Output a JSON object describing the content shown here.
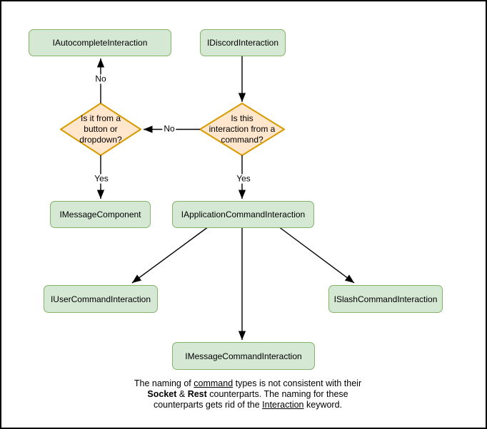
{
  "palette": {
    "canvas_bg": "#ffffff",
    "frame_border": "#000000",
    "node_fill": "#d5e8d4",
    "node_border": "#82b366",
    "decision_fill": "#ffe6cc",
    "decision_border": "#d79b00",
    "arrow_color": "#000000",
    "text_color": "#000000"
  },
  "nodes": {
    "autocomplete": {
      "label": "IAutocompleteInteraction"
    },
    "discord": {
      "label": "IDiscordInteraction"
    },
    "message_component": {
      "label": "IMessageComponent"
    },
    "application_command": {
      "label": "IApplicationCommandInteraction"
    },
    "user_command": {
      "label": "IUserCommandInteraction"
    },
    "slash_command": {
      "label": "ISlashCommandInteraction"
    },
    "message_command": {
      "label": "IMessageCommandInteraction"
    }
  },
  "decisions": {
    "button_or_dropdown": {
      "label": "Is it from a\nbutton or\ndropdown?"
    },
    "from_command": {
      "label": "Is this\ninteraction from a\ncommand?"
    }
  },
  "edge_labels": {
    "no_to_autocomplete": "No",
    "yes_to_message_component": "Yes",
    "no_between_decisions": "No",
    "yes_to_application_command": "Yes"
  },
  "note": {
    "l1a": "The naming of ",
    "l1b": "command",
    "l1c": " types is not consistent with their",
    "l2a": "Socket",
    "l2b": " & ",
    "l2c": "Rest",
    "l2d": " counterparts. The naming for these",
    "l3a": "counterparts gets rid of the ",
    "l3b": "Interaction",
    "l3c": " keyword."
  }
}
